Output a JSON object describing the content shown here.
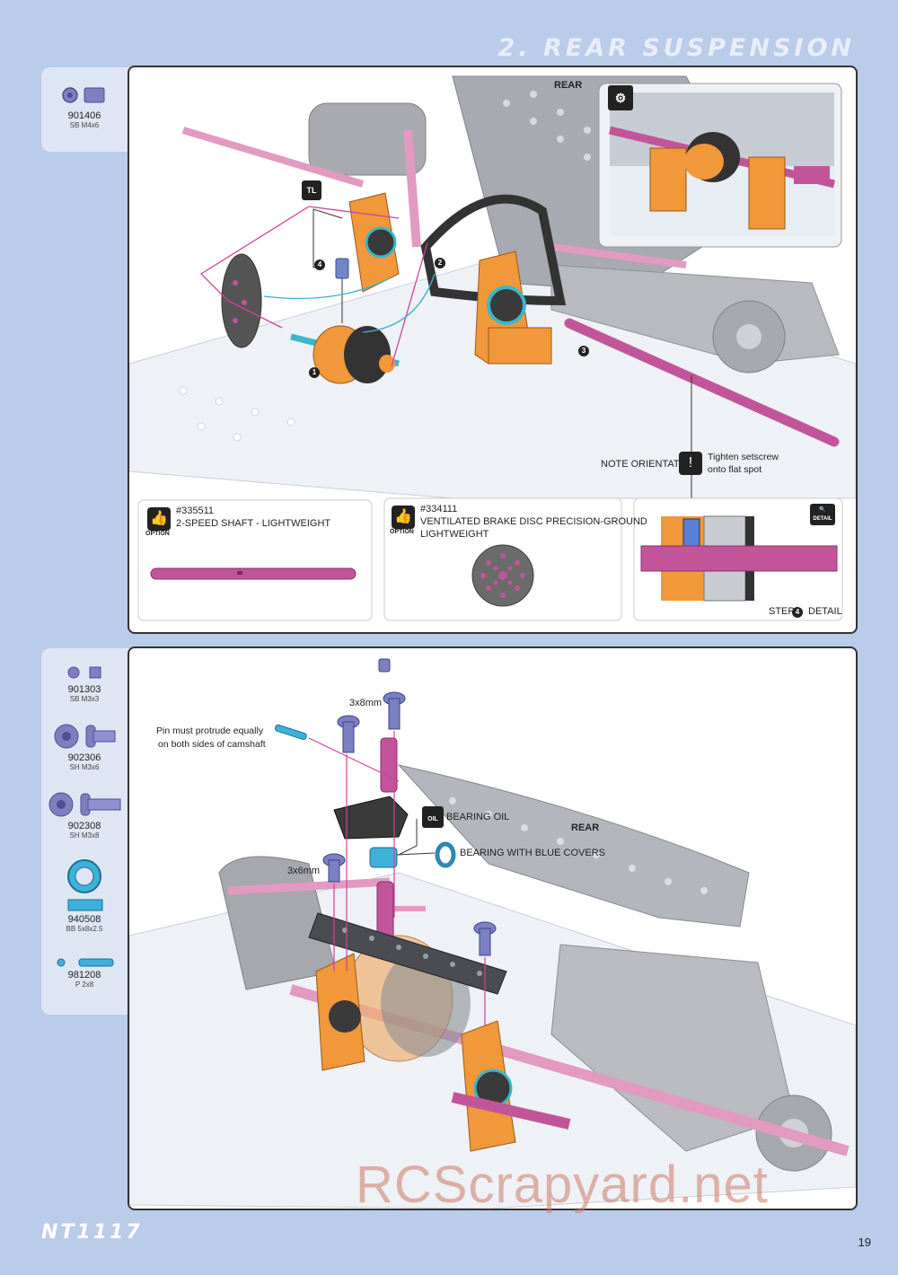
{
  "header": {
    "section_title": "2. REAR SUSPENSION"
  },
  "step1": {
    "parts": [
      {
        "code": "901406",
        "desc": "SB M4x6"
      }
    ],
    "rear_label": "REAR",
    "steps": [
      "1",
      "2",
      "3",
      "4"
    ],
    "tl_label": "TL",
    "note_orientation": "NOTE ORIENTATION",
    "tighten_line1": "Tighten setscrew",
    "tighten_line2": "onto flat spot",
    "option1": {
      "number": "#335511",
      "name": "2-SPEED SHAFT - LIGHTWEIGHT",
      "tag": "OPTION"
    },
    "option2": {
      "number": "#334111",
      "name_line1": "VENTILATED BRAKE DISC PRECISION-GROUND",
      "name_line2": "LIGHTWEIGHT",
      "tag": "OPTION"
    },
    "detail": {
      "badge": "DETAIL",
      "step_word": "STEP",
      "step_num": "4",
      "detail_word": "DETAIL"
    }
  },
  "step2": {
    "parts": [
      {
        "code": "901303",
        "desc": "SB M3x3"
      },
      {
        "code": "902306",
        "desc": "SH M3x6"
      },
      {
        "code": "902308",
        "desc": "SH M3x8"
      },
      {
        "code": "940508",
        "desc": "BB 5x8x2.5"
      },
      {
        "code": "981208",
        "desc": "P 2x8"
      }
    ],
    "screw_3x8": "3x8mm",
    "screw_3x6": "3x6mm",
    "pin_note_line1": "Pin must protrude equally",
    "pin_note_line2": "on both sides of camshaft",
    "bearing_oil": "BEARING OIL",
    "oil_label": "OIL",
    "bearing_blue": "BEARING WITH BLUE COVERS",
    "rear_label": "REAR"
  },
  "footer": {
    "logo": "NT1117",
    "page_number": "19",
    "watermark": "RCScrapyard.net"
  },
  "colors": {
    "background": "#b9cce9",
    "orange": "#f0983a",
    "pink": "#c2559a",
    "blue": "#6f86c8",
    "magenta_line": "#d1429a",
    "cyan_line": "#39b3c9"
  }
}
